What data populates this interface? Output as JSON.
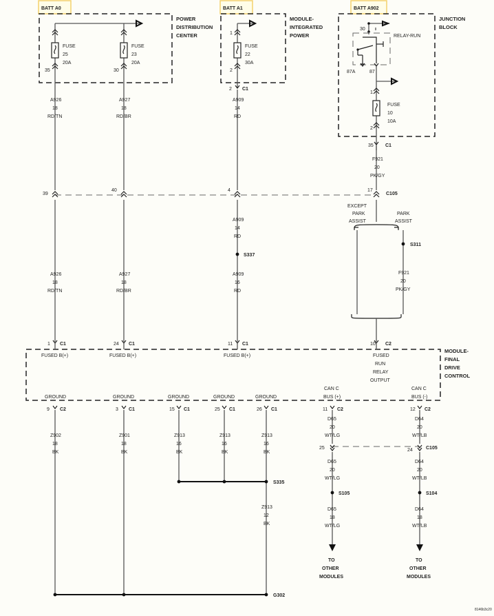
{
  "batteries": [
    "BATT A0",
    "BATT A1",
    "BATT A902"
  ],
  "components": {
    "pdc": [
      "POWER",
      "DISTRIBUTION",
      "CENTER"
    ],
    "mip": [
      "MODULE-",
      "INTEGRATED",
      "POWER"
    ],
    "jb": [
      "JUNCTION",
      "BLOCK"
    ],
    "fdc": [
      "MODULE-",
      "FINAL",
      "DRIVE",
      "CONTROL"
    ]
  },
  "fuses": [
    {
      "label": "FUSE",
      "num": "25",
      "amps": "20A"
    },
    {
      "label": "FUSE",
      "num": "23",
      "amps": "20A"
    },
    {
      "label": "FUSE",
      "num": "22",
      "amps": "30A"
    },
    {
      "label": "FUSE",
      "num": "10",
      "amps": "10A"
    }
  ],
  "relay": {
    "label": "RELAY-RUN",
    "pin_30": "30",
    "pin_87a": "87A",
    "pin_87": "87"
  },
  "pins": {
    "f25_in": "",
    "f25_out": "35",
    "f23_out": "30",
    "f22_in": "1",
    "f22_out": "2",
    "mip_c1": "2",
    "jb_f_in": "1",
    "jb_f_out": "2",
    "jb_c1": "35",
    "c105_a": "39",
    "c105_b": "40",
    "c105_c": "4",
    "c105_d": "17",
    "fdc_c1_a": "1",
    "fdc_c1_b": "24",
    "fdc_c1_c": "11",
    "fdc_c2": "10",
    "g_c2_9": "9",
    "g_c1_3": "3",
    "g_c1_15": "15",
    "g_c1_25": "25",
    "g_c1_26": "26",
    "can_c2_11": "11",
    "can_c2_12": "12",
    "c105_25": "25",
    "c105_24": "24"
  },
  "connectors": {
    "c1": "C1",
    "c2": "C2",
    "c105": "C105"
  },
  "wires": {
    "a926_top": [
      "A926",
      "18",
      "RD/TN"
    ],
    "a927_top": [
      "A927",
      "18",
      "RD/BR"
    ],
    "a909_top": [
      "A909",
      "14",
      "RD"
    ],
    "f921_top": [
      "F921",
      "20",
      "PK/GY"
    ],
    "a909_mid": [
      "A909",
      "14",
      "RD"
    ],
    "a926_bot": [
      "A926",
      "18",
      "RD/TN"
    ],
    "a927_bot": [
      "A927",
      "18",
      "RD/BR"
    ],
    "a909_bot": [
      "A909",
      "16",
      "RD"
    ],
    "f921_bot": [
      "F921",
      "20",
      "PK/GY"
    ],
    "z902": [
      "Z902",
      "18",
      "BK"
    ],
    "z901": [
      "Z901",
      "18",
      "BK"
    ],
    "z913_a": [
      "Z913",
      "16",
      "BK"
    ],
    "z913_b": [
      "Z913",
      "16",
      "BK"
    ],
    "z913_c": [
      "Z913",
      "16",
      "BK"
    ],
    "z913_d": [
      "Z913",
      "12",
      "BK"
    ],
    "d65_a": [
      "D65",
      "20",
      "WT/LG"
    ],
    "d64_a": [
      "D64",
      "20",
      "WT/LB"
    ],
    "d65_b": [
      "D65",
      "20",
      "WT/LG"
    ],
    "d64_b": [
      "D64",
      "20",
      "WT/LB"
    ],
    "d65_c": [
      "D65",
      "18",
      "WT/LG"
    ],
    "d64_c": [
      "D64",
      "18",
      "WT/LB"
    ]
  },
  "splices": {
    "s337": "S337",
    "s311": "S311",
    "s335": "S335",
    "s105": "S105",
    "s104": "S104"
  },
  "ground": "G302",
  "options": {
    "except": [
      "EXCEPT",
      "PARK",
      "ASSIST"
    ],
    "park": [
      "PARK",
      "ASSIST"
    ]
  },
  "module_pins": {
    "fused_a": "FUSED B(+)",
    "fused_b": "FUSED B(+)",
    "fused_c": "FUSED B(+)",
    "fused_run": [
      "FUSED",
      "RUN",
      "RELAY",
      "OUTPUT"
    ],
    "gnd_a": "GROUND",
    "gnd_b": "GROUND",
    "gnd_c": "GROUND",
    "gnd_d": "GROUND",
    "gnd_e": "GROUND",
    "can_pos": [
      "CAN C",
      "BUS (+)"
    ],
    "can_neg": [
      "CAN C",
      "BUS (-)"
    ]
  },
  "destinations": {
    "left": [
      "TO",
      "OTHER",
      "MODULES"
    ],
    "right": [
      "TO",
      "OTHER",
      "MODULES"
    ]
  },
  "figure_id": "8146b3c20"
}
